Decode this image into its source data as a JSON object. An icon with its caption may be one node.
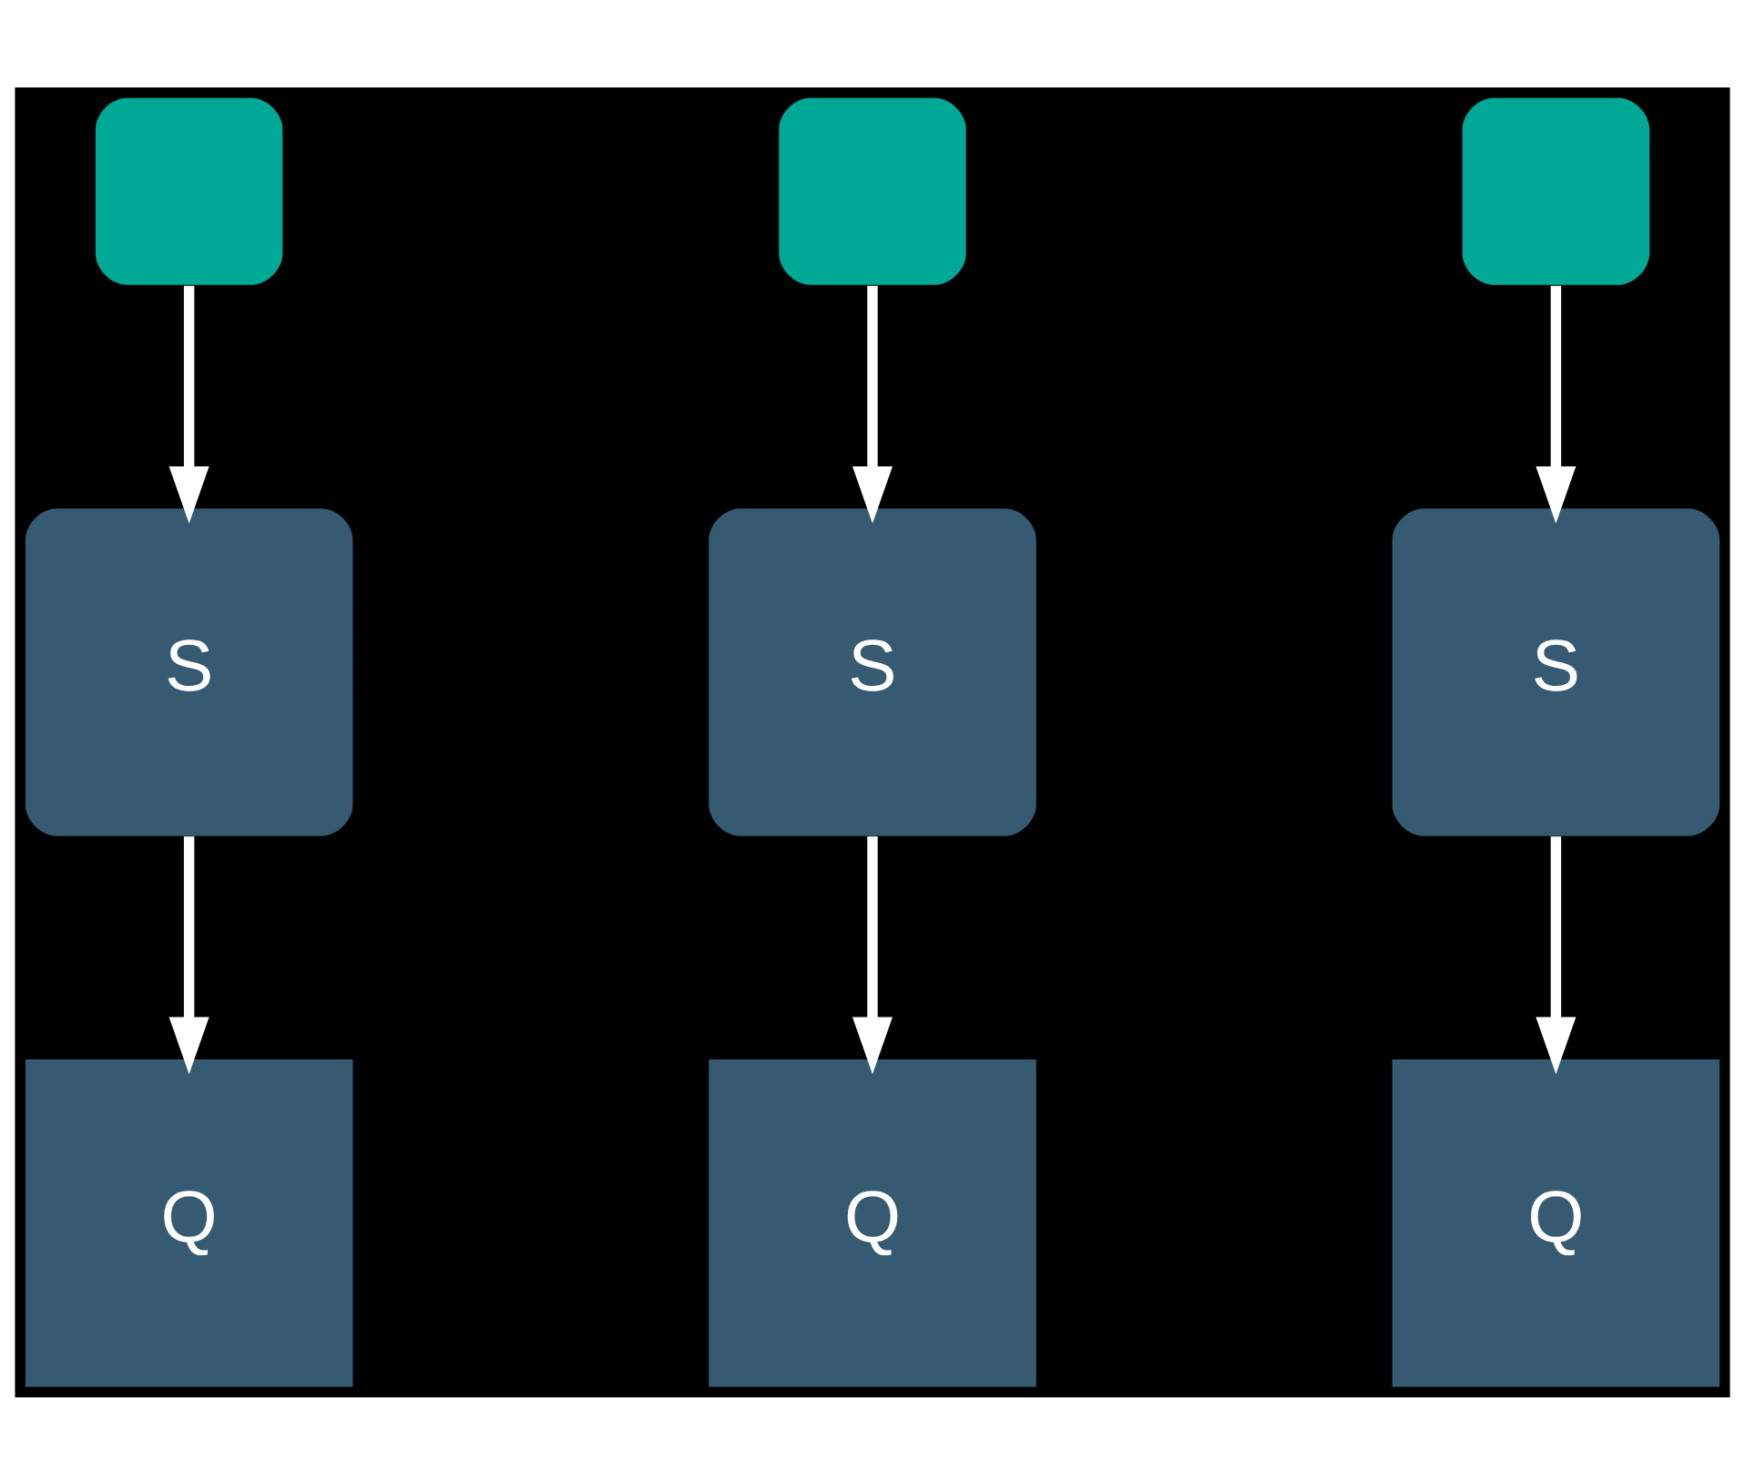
{
  "diagram": {
    "nodes": [
      {
        "text": [],
        "shape": "box"
      },
      {
        "text": [],
        "shape": "box"
      },
      {
        "text": [],
        "shape": "box"
      },
      {
        "text": [
          "S"
        ]
      },
      {
        "text": [
          "S"
        ]
      },
      {
        "text": [
          "S"
        ]
      },
      {
        "text": [
          "Q"
        ]
      },
      {
        "text": [
          "Q"
        ]
      },
      {
        "text": [
          "Q"
        ]
      }
    ],
    "edges": [
      {
        "from": 0,
        "to": 3,
        "arrow": "to"
      },
      {
        "from": 3,
        "to": 6,
        "arrow": "to"
      },
      {
        "from": 1,
        "to": 4,
        "arrow": "to"
      },
      {
        "from": 4,
        "to": 7,
        "arrow": "to"
      },
      {
        "from": 2,
        "to": 5,
        "arrow": "to"
      },
      {
        "from": 5,
        "to": 8,
        "arrow": "to"
      }
    ]
  }
}
